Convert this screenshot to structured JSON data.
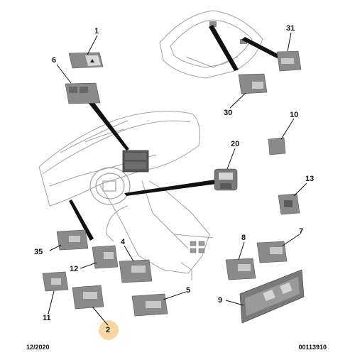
{
  "labels": {
    "l1": "1",
    "l2": "2",
    "l4": "4",
    "l5": "5",
    "l6": "6",
    "l7": "7",
    "l8": "8",
    "l9": "9",
    "l10": "10",
    "l11": "11",
    "l12": "12",
    "l13": "13",
    "l20": "20",
    "l30": "30",
    "l31": "31",
    "l35": "35"
  },
  "highlighted_label": "2",
  "colors": {
    "highlight": "#f8d7a4",
    "outline": "#9a9a9a",
    "part_fill": "#8a8a8a",
    "leader": "#111111"
  },
  "footer": {
    "date": "12/2020",
    "ref": "00113910"
  }
}
